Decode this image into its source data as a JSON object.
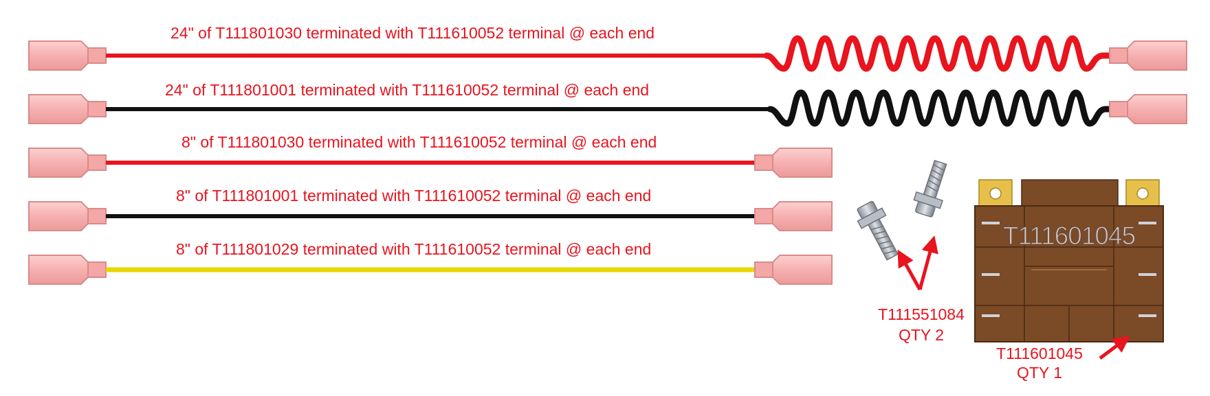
{
  "wires": [
    {
      "label": "24\" of T111801030 terminated with T111610052 terminal @ each end",
      "color": "#e8141e",
      "length_in": 24
    },
    {
      "label": "24\" of T111801001 terminated with T111610052 terminal @ each end",
      "color": "#111111",
      "length_in": 24
    },
    {
      "label": "8\" of T111801030 terminated with T111610052 terminal @ each end",
      "color": "#e8141e",
      "length_in": 8
    },
    {
      "label": "8\" of T111801001 terminated with T111610052 terminal @ each end",
      "color": "#111111",
      "length_in": 8
    },
    {
      "label": "8\" of T111801029 terminated with T111610052 terminal @ each end",
      "color": "#f2e600",
      "length_in": 8
    }
  ],
  "screws": {
    "part": "T111551084",
    "qty": "QTY 2"
  },
  "relay": {
    "marking": "T111601045",
    "part": "T111601045",
    "qty": "QTY 1"
  },
  "colors": {
    "label_red": "#e8141e",
    "terminal_pink": "#f7b3b3",
    "terminal_edge": "#d98a8a",
    "relay_brown": "#7b4a26",
    "tab_gold": "#e6c04a"
  }
}
